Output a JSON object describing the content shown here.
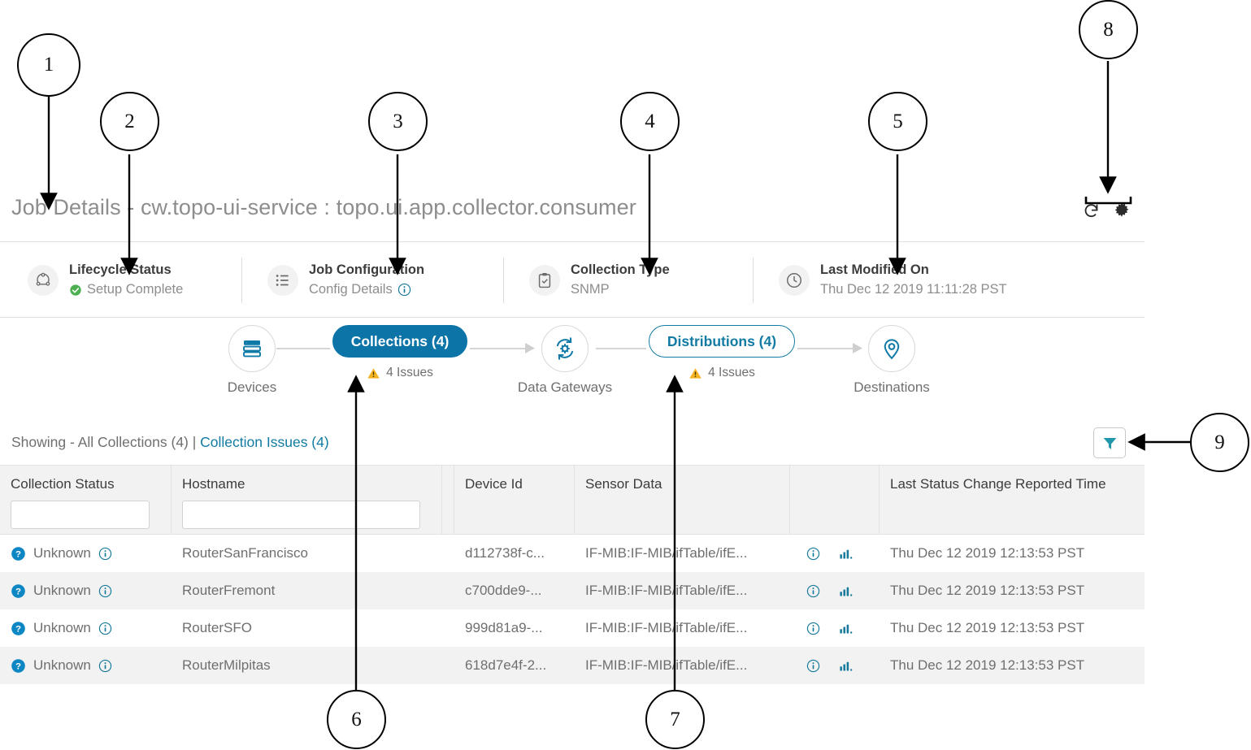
{
  "header": {
    "title": "Job Details - cw.topo-ui-service : topo.ui.app.collector.consumer",
    "actions": [
      {
        "name": "refresh-icon",
        "label": "Refresh"
      },
      {
        "name": "gear-icon",
        "label": "Settings"
      }
    ]
  },
  "summary": [
    {
      "label": "Lifecycle Status",
      "value": "Setup Complete",
      "icon": "lifecycle-icon",
      "status_color": "#4caf50",
      "has_status_dot": true,
      "has_info": false
    },
    {
      "label": "Job Configuration",
      "value": "Config Details",
      "icon": "list-icon",
      "has_status_dot": false,
      "has_info": true
    },
    {
      "label": "Collection Type",
      "value": "SNMP",
      "icon": "clipboard-check-icon",
      "has_status_dot": false,
      "has_info": false
    },
    {
      "label": "Last Modified On",
      "value": "Thu Dec 12 2019 11:11:28 PST",
      "icon": "clock-icon",
      "has_status_dot": false,
      "has_info": false
    }
  ],
  "pipeline": {
    "nodes": [
      {
        "caption": "Devices",
        "icon": "server-stack-icon"
      },
      {
        "caption": "Data Gateways",
        "icon": "gear-sync-icon"
      },
      {
        "caption": "Destinations",
        "icon": "map-pin-icon"
      }
    ],
    "pills": [
      {
        "label": "Collections (4)",
        "state": "active",
        "issues": "4 Issues"
      },
      {
        "label": "Distributions (4)",
        "state": "outline",
        "issues": "4 Issues"
      }
    ]
  },
  "toolbar": {
    "showing_prefix": "Showing - ",
    "showing_all": "All Collections (4)",
    "separator": " | ",
    "showing_link": "Collection Issues (4)",
    "filter_label": "Filter"
  },
  "table": {
    "columns": [
      {
        "key": "status",
        "header": "Collection Status",
        "filter_input": true,
        "filter_value": ""
      },
      {
        "key": "hostname",
        "header": "Hostname",
        "filter_input": true,
        "filter_value": ""
      },
      {
        "key": "spacer1",
        "header": "",
        "filter_input": false
      },
      {
        "key": "deviceid",
        "header": "Device Id",
        "filter_input": false
      },
      {
        "key": "sensor",
        "header": "Sensor Data",
        "filter_input": false
      },
      {
        "key": "icons",
        "header": "",
        "filter_input": false
      },
      {
        "key": "time",
        "header": "Last Status Change Reported Time",
        "filter_input": false
      }
    ],
    "rows": [
      {
        "status": "Unknown",
        "hostname": "RouterSanFrancisco",
        "deviceid": "d112738f-c...",
        "sensor": "IF-MIB:IF-MIB/ifTable/ifE...",
        "time": "Thu Dec 12 2019 12:13:53 PST"
      },
      {
        "status": "Unknown",
        "hostname": "RouterFremont",
        "deviceid": "c700dde9-...",
        "sensor": "IF-MIB:IF-MIB/ifTable/ifE...",
        "time": "Thu Dec 12 2019 12:13:53 PST"
      },
      {
        "status": "Unknown",
        "hostname": "RouterSFO",
        "deviceid": "999d81a9-...",
        "sensor": "IF-MIB:IF-MIB/ifTable/ifE...",
        "time": "Thu Dec 12 2019 12:13:53 PST"
      },
      {
        "status": "Unknown",
        "hostname": "RouterMilpitas",
        "deviceid": "618d7e4f-2...",
        "sensor": "IF-MIB:IF-MIB/ifTable/ifE...",
        "time": "Thu Dec 12 2019 12:13:53 PST"
      }
    ]
  },
  "annotations": [
    {
      "n": "1"
    },
    {
      "n": "2"
    },
    {
      "n": "3"
    },
    {
      "n": "4"
    },
    {
      "n": "5"
    },
    {
      "n": "6"
    },
    {
      "n": "7"
    },
    {
      "n": "8"
    },
    {
      "n": "9"
    }
  ],
  "colors": {
    "accent_blue": "#0d74a8",
    "link_teal": "#127ba3",
    "status_unknown": "#0c87c4",
    "warning_amber": "#f5b324",
    "success_green": "#4caf50",
    "filter_teal": "#2196ad",
    "row_stripe": "#f2f2f2"
  }
}
